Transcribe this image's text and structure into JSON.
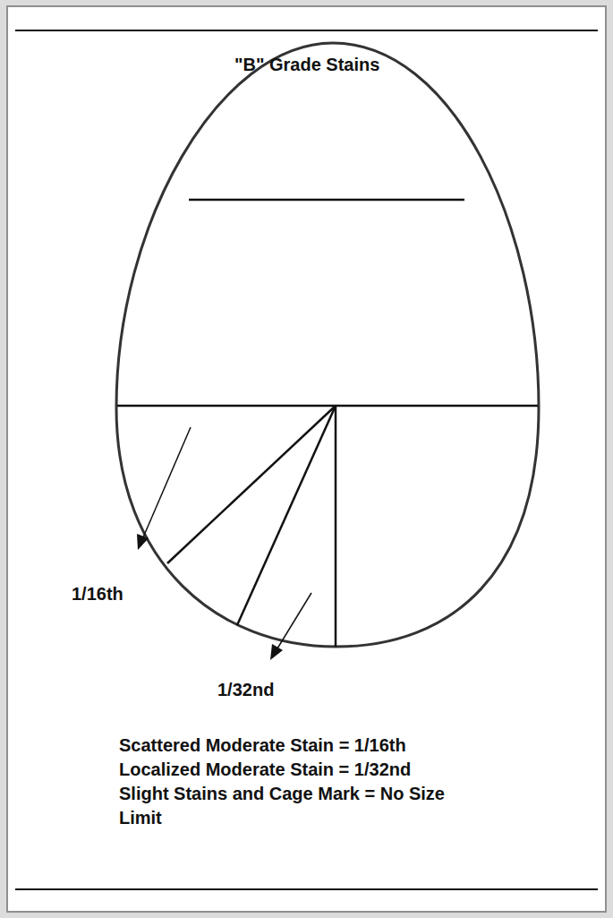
{
  "diagram": {
    "title": "\"B\" Grade Stains",
    "labels": [
      "1/16th",
      "1/32nd",
      "Scattered Moderate Stain = 1/16th",
      "Localized Moderate Stain = 1/32nd",
      "Slight Stains and Cage Mark = No Size Limit"
    ]
  }
}
